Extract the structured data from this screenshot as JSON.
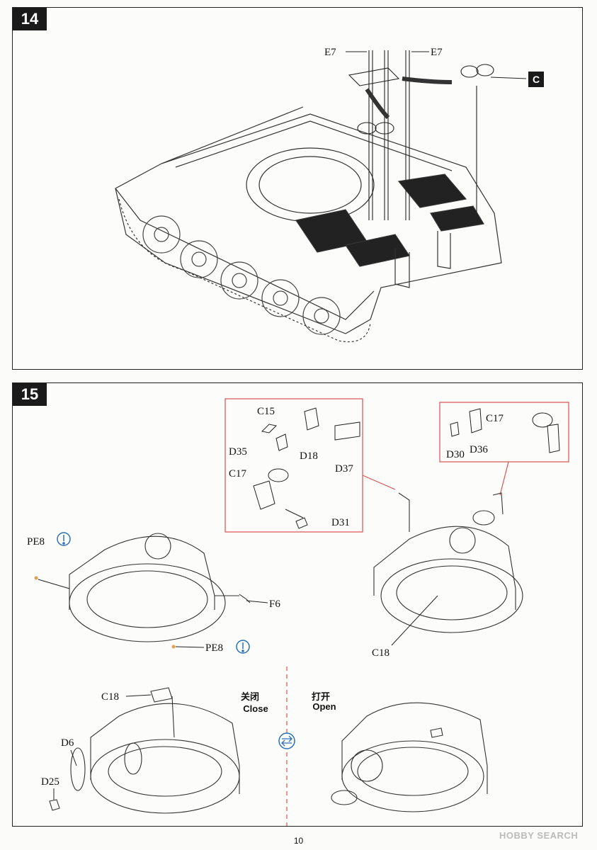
{
  "step14": {
    "number": "14",
    "callouts": {
      "e7_left": "E7",
      "e7_right": "E7",
      "ref_c": "C"
    }
  },
  "step15": {
    "number": "15",
    "inset_left": {
      "labels": {
        "c15": "C15",
        "d35": "D35",
        "d18": "D18",
        "d37": "D37",
        "c17": "C17",
        "d31": "D31"
      }
    },
    "inset_right": {
      "labels": {
        "c17": "C17",
        "d30": "D30",
        "d36": "D36"
      }
    },
    "assembly_labels": {
      "pe8_top": "PE8",
      "pe8_bottom": "PE8",
      "f6": "F6",
      "c18_right": "C18",
      "c18_lower": "C18",
      "d6": "D6",
      "d25": "D25"
    },
    "state_close": {
      "cn": "关闭",
      "en": "Close"
    },
    "state_open": {
      "cn": "打开",
      "en": "Open"
    }
  },
  "page_number": "10",
  "watermark": "HOBBY SEARCH",
  "colors": {
    "inset_border": "#d9534f",
    "glue_icon": "#2a6fb8",
    "panel_border": "#222222"
  }
}
